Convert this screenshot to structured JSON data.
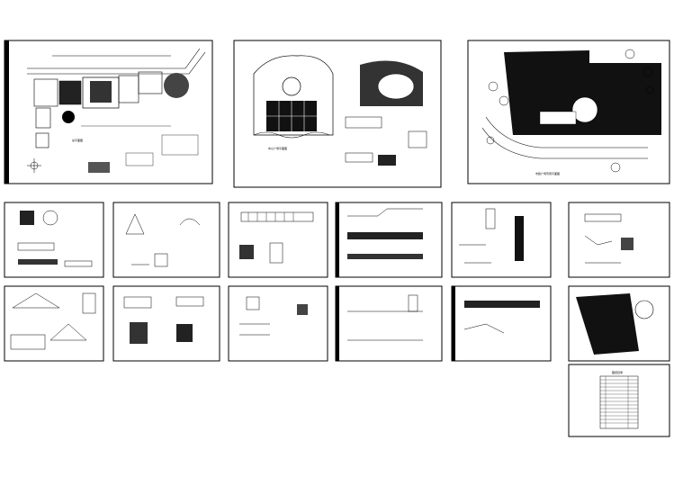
{
  "title": "",
  "sheets": [
    {
      "id": "site-plan",
      "caption": "总平面图"
    },
    {
      "id": "square-plan",
      "caption": "中心广场平面图"
    },
    {
      "id": "landscape-plan",
      "caption": "市政广场景观平面图"
    },
    {
      "id": "detail-01",
      "caption": ""
    },
    {
      "id": "detail-02",
      "caption": ""
    },
    {
      "id": "detail-03",
      "caption": ""
    },
    {
      "id": "detail-04",
      "caption": ""
    },
    {
      "id": "detail-05",
      "caption": ""
    },
    {
      "id": "detail-06",
      "caption": ""
    },
    {
      "id": "detail-07",
      "caption": ""
    },
    {
      "id": "detail-08",
      "caption": ""
    },
    {
      "id": "detail-09",
      "caption": ""
    },
    {
      "id": "detail-10",
      "caption": ""
    },
    {
      "id": "detail-11",
      "caption": ""
    },
    {
      "id": "detail-12",
      "caption": ""
    },
    {
      "id": "drawing-index",
      "caption": "图纸目录"
    }
  ],
  "colors": {
    "line": "#000000",
    "paper": "#ffffff",
    "fill": "#1a1a1a"
  }
}
